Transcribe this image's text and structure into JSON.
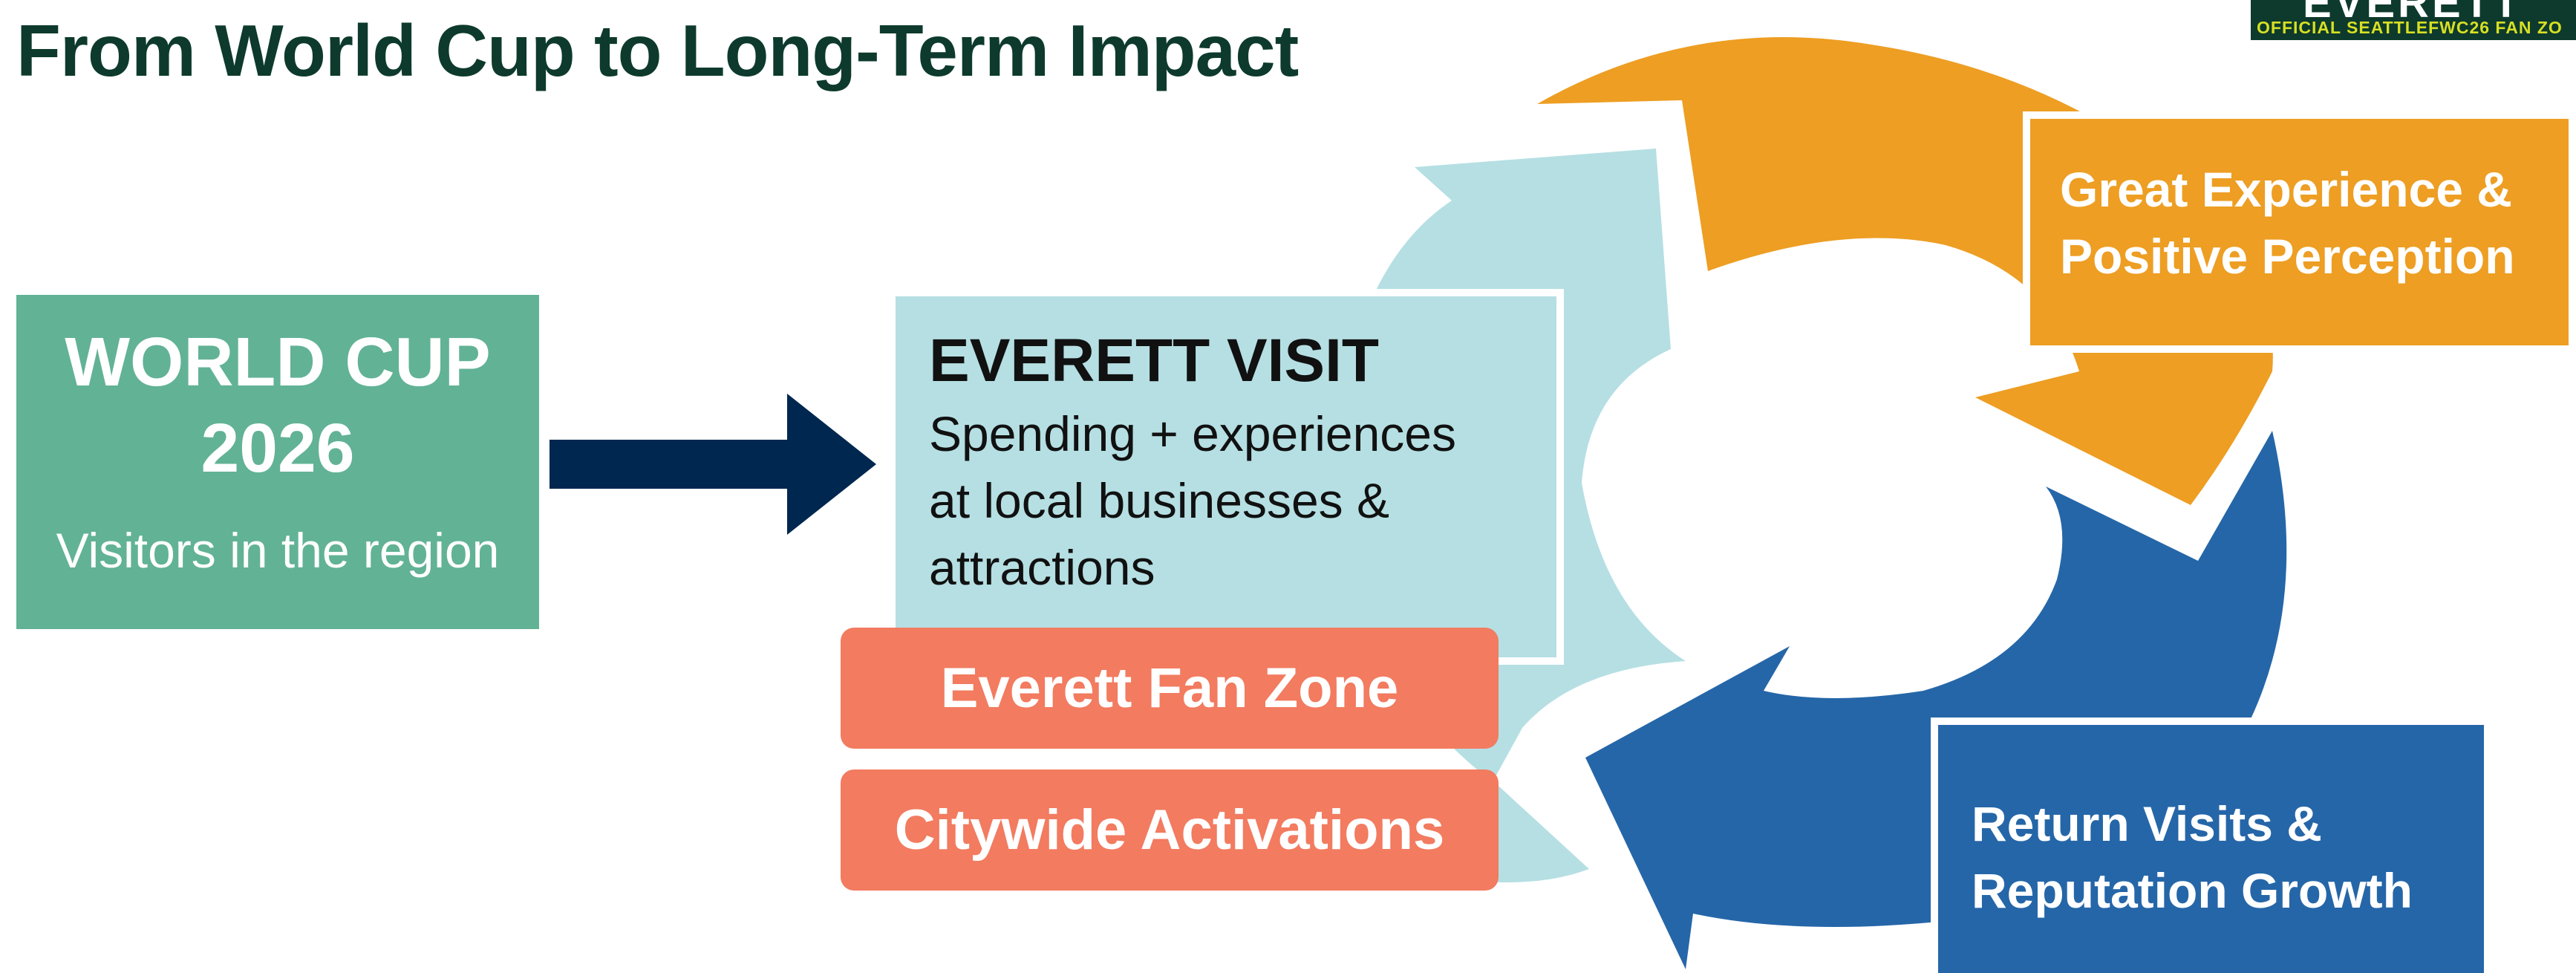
{
  "title": "From World Cup to Long-Term Impact",
  "logo": {
    "wordmark": "EVERETT",
    "tagline": "OFFICIAL SEATTLEFWC26 FAN ZO"
  },
  "colors": {
    "heading": "#0d3a2c",
    "world_cup": "#62b296",
    "arrow": "#00274f",
    "visit": "#b5dfe3",
    "coral": "#f27b60",
    "orange": "#ed9e23",
    "blue": "#2566a8"
  },
  "world_cup": {
    "line1": "WORLD CUP",
    "line2": "2026",
    "subtitle": "Visitors in the region"
  },
  "everett_visit": {
    "heading": "EVERETT VISIT",
    "line1": "Spending + experiences",
    "line2": "at local businesses &",
    "line3": "attractions"
  },
  "fan_zone": "Everett Fan Zone",
  "citywide": "Citywide Activations",
  "great_experience": {
    "line1": "Great Experience &",
    "line2": "Positive Perception"
  },
  "return_visits": {
    "line1": "Return Visits &",
    "line2": "Reputation Growth"
  }
}
